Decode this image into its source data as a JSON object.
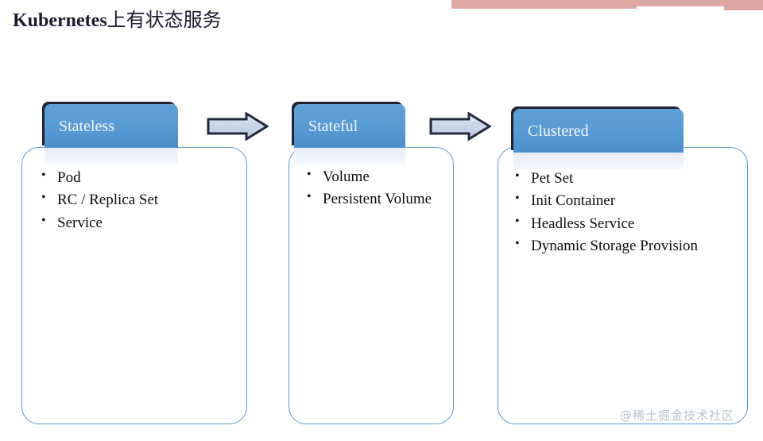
{
  "slide": {
    "title_en": "Kubernetes",
    "title_cn": "上有状态服务",
    "background_color": "#ffffff",
    "accent_blue": "#5b9bd5",
    "header_blue": "#5a9bd4",
    "deco_pink": "#dda8a4",
    "watermark": "@稀土掘金技术社区"
  },
  "decor": {
    "bar_a_label": "pink-bar-left",
    "bar_b_label": "pink-bar-middle",
    "bar_c_label": "pink-bar-right"
  },
  "panels": [
    {
      "id": "stateless",
      "header": "Stateless",
      "items": [
        "Pod",
        "RC / Replica Set",
        "Service"
      ]
    },
    {
      "id": "stateful",
      "header": "Stateful",
      "items": [
        "Volume",
        "Persistent Volume"
      ]
    },
    {
      "id": "clustered",
      "header": "Clustered",
      "items": [
        "Pet Set",
        "Init Container",
        "Headless Service",
        "Dynamic Storage Provision"
      ]
    }
  ],
  "arrows": [
    {
      "id": "arrow-stateless-to-stateful",
      "direction": "right"
    },
    {
      "id": "arrow-stateful-to-clustered",
      "direction": "right"
    }
  ]
}
